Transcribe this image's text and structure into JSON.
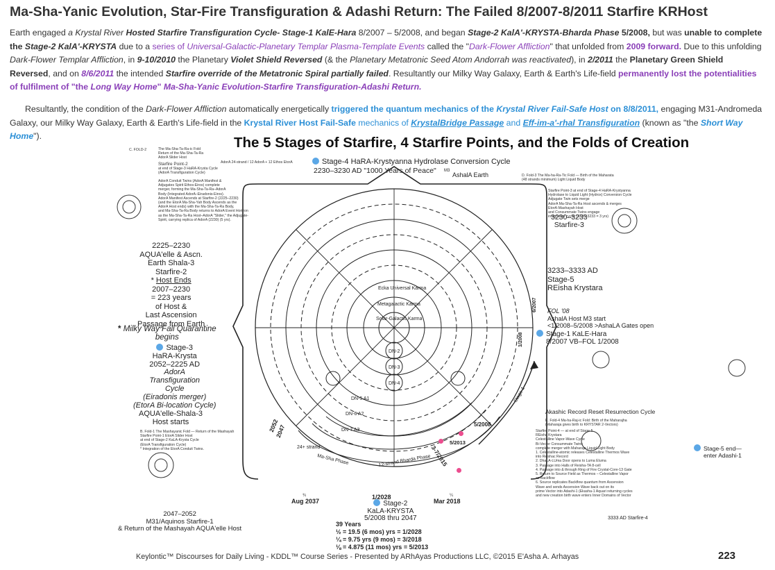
{
  "header": {
    "title": "Ma-Sha-Yanic Evolution, Star-Fire Transfiguration & Adashi Return: The Failed 8/2007-8/2011 Starfire KRHost"
  },
  "intro": {
    "p1": {
      "s1": "Earth engaged ",
      "s2": "a Krystal River ",
      "s3": "Hosted Starfire Transfiguration Cycle- Stage-1 KalE-Hara",
      "s4": " 8/2007 – 5/2008, and began ",
      "s5": "Stage-2 KalA'-KRYSTA-Bharda Phase",
      "s6": " 5/2008,",
      "s7": " but was ",
      "s8": "unable to complete the ",
      "s9": "Stage-2 KalA'-KRYSTA",
      "s10": " due to a ",
      "s11": "series of ",
      "s12": "Universal-Galactic-Planetary Templar Plasma-Template Events",
      "s13": " called the \"",
      "s14": "Dark-Flower Affliction",
      "s15": "\" that unfolded from ",
      "s16": "2009 forward.",
      "s17": " Due to this unfolding ",
      "s18": "Dark-Flower Templar Affliction",
      "s19": ", in ",
      "s20": "9-10/2010",
      "s21": " the Planetary ",
      "s22": "Violet Shield Reversed",
      "s23": " (& the ",
      "s24": "Planetary Metatronic Seed Atom Andorrah was reactivated",
      "s25": "), in ",
      "s26": "2/2011",
      "s27": " the ",
      "s28": "Planetary Green Shield Reversed",
      "s29": ", and on ",
      "s30": "8/6/2011",
      "s31": " the intended ",
      "s32": "Starfire override of the Metatronic Spiral partially failed",
      "s33": ". Resultantly our Milky Way Galaxy, Earth & Earth's Life-field ",
      "s34": "permanently lost the potentialities of  fulfilment of \"the ",
      "s35": "Long Way Home",
      "s36": "\" ",
      "s37": "Ma-Sha-Yanic Evolution-Starfire Transfiguration-Adashi Return."
    },
    "p2": {
      "s1": "Resultantly, the condition of the ",
      "s2": "Dark-Flower Affliction",
      "s3": " automatically energetically ",
      "s4": "triggered the quantum mechanics of the ",
      "s5": "Krystal River Fail-Safe Host",
      "s6": " on 8/8/2011,",
      "s7": " engaging  M31-Andromeda Galaxy, our Milky Way Galaxy, Earth & Earth's Life-field        in the ",
      "s8": "Krystal River Host Fail-Safe",
      "s9": " mechanics of ",
      "s10": "KrystalBridge Passage",
      "s11": " and ",
      "s12": "Eff-im-a'-rhal Transfiguration",
      "s13": " (known as \"the ",
      "s14": "Short Way Home",
      "s15": "\")."
    }
  },
  "diagram": {
    "title": "The 5 Stages of Starfire, 4 Starfire Points, and the Folds of Creation",
    "top": {
      "stage4": "Stage-4 HaRA-Krystyanna Hydrolase Conversion Cycle",
      "dates": "2230–3230 AD    \"1000 Years of Peace\"",
      "m3": "M3",
      "ashala": "AshalA Earth"
    },
    "left": {
      "block1_l1": "2225–2230",
      "block1_l2": "AQUA'elle & Ascn.",
      "block1_l3": "Earth Shala-3",
      "block1_l4": "Starfire-2",
      "block1_l5": "Host Ends",
      "block1_l6": "2007–2230",
      "block1_l7": "= 223 years",
      "block1_l8": "of Host &",
      "block1_l9": "Last Ascension",
      "block1_l10": "Passage from Earth",
      "quarantine_l1": "Milky Way Fall Quarantine",
      "quarantine_l2": "begins",
      "stage3_l1": "Stage-3",
      "stage3_l2": "HaRA-Krysta",
      "stage3_l3": "2052–2225 AD",
      "stage3_l4": "AdorA",
      "stage3_l5": "Transfiguration",
      "stage3_l6": "Cycle",
      "stage3_l7": "(Eiradonis merger)",
      "stage3_l8": "(EtorA Bi-location Cycle)",
      "aqua_l1": "AQUA'elle-Shala-3",
      "aqua_l2": "Host starts",
      "bottom_l1": "2047–2052",
      "bottom_l2": "M31/Aquinos Starfire-1",
      "bottom_l3": "& Return of the Mashayah AQUA'elle Host"
    },
    "right": {
      "range_l1": "3230–3233",
      "range_l2": "Starfire-3",
      "stage5_l1": "3233–3333 AD",
      "stage5_l2": "Stage-5",
      "stage5_l3": "REisha Krystara",
      "fol_l1": "FOL '08",
      "fol_l2": "AshalA Host M3 start",
      "fol_l3": "<1/2008–5/2008 >AshaLA Gates open",
      "stage1_l1": "Stage-1 KaLE-Hara",
      "stage1_l2": "8/2007 VB–FOL 1/2008",
      "akashic": "Akashic Record Reset Resurrection Cycle",
      "stage5end_l1": "Stage-5 end—",
      "stage5end_l2": "enter Adashi-1",
      "starfire4": "3333 AD Starfire-4"
    },
    "bottom": {
      "aug2037": "Aug 2037",
      "frac_l": "¾",
      "date1": "1/2028",
      "stage2_l1": "Stage-2",
      "stage2_l2": "KaLA-KRYSTA",
      "stage2_l3": "5/2008 thru 2047",
      "mar2018": "Mar 2018",
      "frac_r": "¼",
      "years_l1": "39 Years",
      "years_l2": "½ = 19.5 (6 mos) yrs = 1/2028",
      "years_l3": "¼ = 9.75 yrs (9 mos) = 3/2018",
      "years_l4": "⅛ = 4.875 (11 mos) yrs = 5/2013",
      "may2008": "5/2008",
      "may2013": "5/2013",
      "mar2015": "3-7/2015",
      "y2052": "2052",
      "y2047": "2047"
    },
    "rings": {
      "r1": "Ecka Universal Karma",
      "r2": "Metagalactic Karma",
      "r3": "Solar-Galactic Karma",
      "dn2": "DN-2",
      "dn3": "DN-3",
      "dn4": "DN-4",
      "dn5a1": "DN-5 A1",
      "dn6a2": "DN-6 A2",
      "dn7a3": "DN-7 A3",
      "mashaphase": "Ma-Sha Phase",
      "bhardaphase": "12-strand Bharda Phase",
      "strand24": "24+ strand",
      "vert_1_2008": "1/2008",
      "vert_6_2007": "6/2007",
      "stage1arrow": "Stage-1"
    },
    "small": {
      "cfold2": "C. FOLD-2",
      "fold_note_l1": "The Ma-Sha-Ta-Ra-ic Fold",
      "fold_note_l2": "Return of the Ma-Sha-Ta-Ra",
      "fold_note_l3": "AdorA Slider Host",
      "sp2_l1": "Starfire Point-2",
      "sp2_l2": "at end of Stage-3 HaRA-Krysta Cycle",
      "sp2_l3": "(AdorA Transfiguration Cycle)",
      "adora_strand": "AdorA 24-strand / 12 AdorA + 12 Ethos EtorA",
      "conduit_l1": "AdorA Conduit Twins (AdorA Manifest &",
      "conduit_l2": "Adjugates Spirit Ethos-Eiros) complete",
      "conduit_l3": "merger, forming the Ma-Sha-Ta-Ra–AdorA",
      "conduit_l4": "Body (Integrated AdorA–Eiradonis-Eiros).",
      "conduit_l5": "AdorA Manifest Ascends at Starfire-2 (2225–2230)",
      "conduit_l6": "(and the EtorA Ma-Sha-Yah Body Ascends as the",
      "conduit_l7": "AdorA Host ends) with the Ma-Sha-Ta-Ra Body,",
      "conduit_l8": "and Ma-Sha-Ta-Ra Body returns to AdorA Event Horizon",
      "conduit_l9": "as the Ma-Sha-Ta-Ra Host–AdorA \"Slider,\" the Adjugate-",
      "conduit_l10": "Spirit, carrying replica of AdorA (2230) (5 yrs).",
      "d_fold3_l1": "D. Fold-3 The Ma-ha-Ra-Tic Fold — Birth of the Maharata",
      "d_fold3_l2": "(48 strands minimum)  Light Liquid Body",
      "sp3_l1": "Starfire Point-3 at end of Stage-4 HaRA-Krystyanna",
      "sp3_l2": "Hydrolase to Liquid Light (Hydrox) Conversion Cycle",
      "sp3_l3": "Adjugate Twin sets merge",
      "sp3_l4": "AdorA Ma-Sha-Ta-Ra Host ascends & merges",
      "sp3_l5": "EtorA-Mashayah Host",
      "sp3_l6": "and Consummate Twins engage",
      "sp3_l7": "integration cycle. (3230–3233 = 3 yrs)",
      "bfold1_l1": "B. Fold-1  The Mashayanic Fold — Return of the Mashayah",
      "bfold1_l2": "Starfire Point-1       EtorA Slider Host",
      "bfold1_l3": "at end of Stage-2 KaLA-Krysta Cycle",
      "bfold1_l4": "(EtorA Transfiguration Cycle)",
      "bfold1_l5": "* Integration of the EtorA Conduit Twins.",
      "efold4_l1": "E. Fold-4  Ma-ha-Raj-ic Fold: Birth of the Maharajha",
      "efold4_l2": "(Maharaja gives birth to KRYSTAR 2-Vectors)",
      "sp4_l1": "Starfire Point-4 — at end of Stage-5",
      "sp4_l2": "REisha Krystara",
      "sp4_l3": "Celestalline Vapor-Wave Cycle",
      "sp4_l4": "Bi-Vector  Consummate Twins",
      "sp4_l5": "complete merger with Maharaja Liquid Light Body",
      "sp4_l6": "1. Celestalline-atomic releases Celestalline Thermos Wave",
      "sp4_l7": "into Reishac Record",
      "sp4_l8": "2. DhaLA-LUma Door opens to Luma Eluma",
      "sp4_l9": "3. Passage into Halls of Reisha-TA 8-cell",
      "sp4_l10": "4. Passage into & through Ring of Fire Crystal-Core-13 Gate",
      "sp4_l11": "5. Return to Source Field as Thermos – Celestalline Vapor",
      "sp4_l12": "as Backflow",
      "sp4_l13": "6. Source replicates Backflow quantum from Ascension",
      "sp4_l14": "Wave and sends Ascension Wave back out on its",
      "sp4_l15": "prime Vector into Adashi-1 (Ekasha-1 Aquari returning cycles",
      "sp4_l16": "and new creation birth wave enters Inner Domains of Vector"
    }
  },
  "footer": {
    "text": "Keylontic™ Discourses for Daily Living - KDDL™ Course Series - Presented by ARhAyas Productions LLC, ©2015 E'Asha A. Arhayas",
    "page": "223"
  },
  "colors": {
    "purple": "#8a3fb8",
    "blue": "#2b8fd6",
    "stage_dot": "#5ba7e6",
    "pink_marker": "#ec4d8f"
  }
}
